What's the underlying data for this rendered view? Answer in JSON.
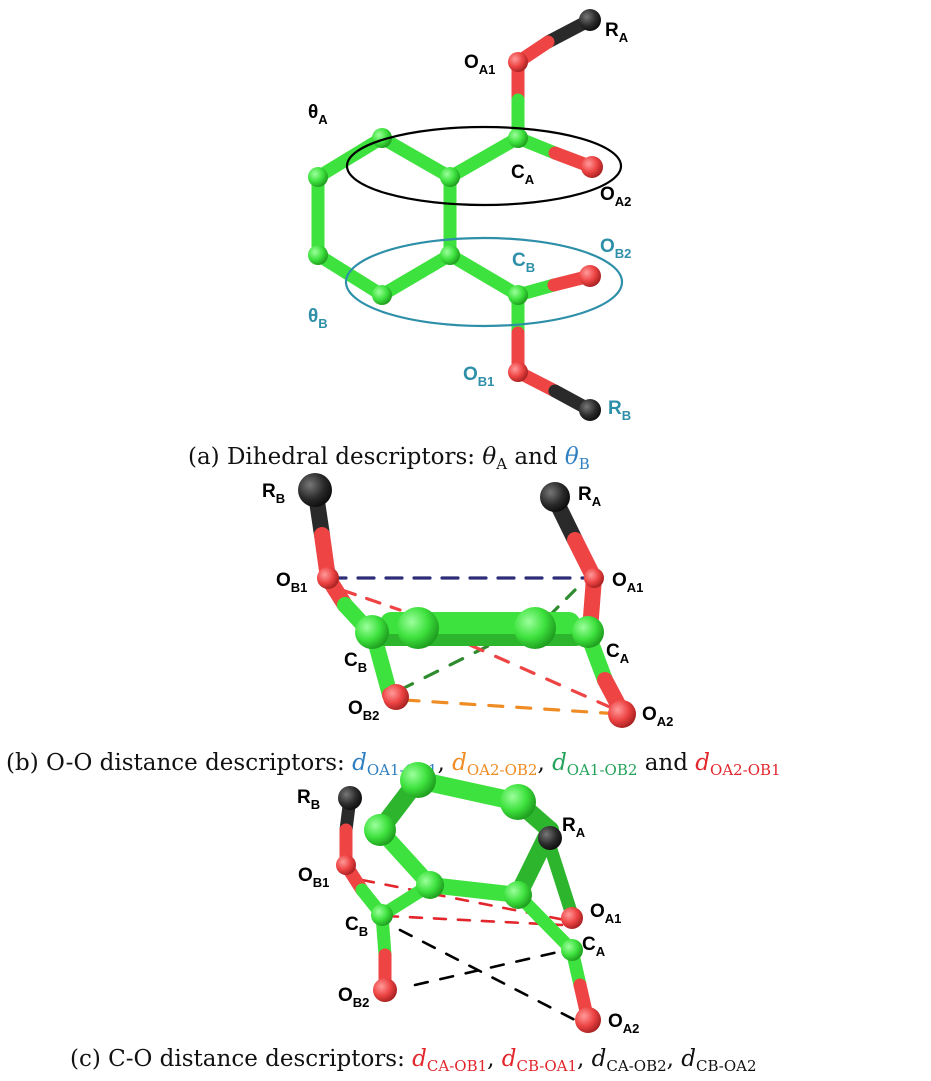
{
  "colors": {
    "carbon": "#3ee23e",
    "oxygen": "#ee4444",
    "r_group": "#2a2a2a",
    "teal": "#2e8fa8",
    "blue": "#2f7fc1",
    "orange": "#ef8c24",
    "green": "#25a35a",
    "red": "#e2262c",
    "black": "#000000",
    "dash_navy": "#2d2d78",
    "dash_green": "#2e8b2e"
  },
  "panels": {
    "a": {
      "labels": {
        "RA": {
          "main": "R",
          "sub": "A"
        },
        "OA1": {
          "main": "O",
          "sub": "A1"
        },
        "thetaA": {
          "main": "θ",
          "sub": "A"
        },
        "CA": {
          "main": "C",
          "sub": "A"
        },
        "OA2": {
          "main": "O",
          "sub": "A2"
        },
        "CB": {
          "main": "C",
          "sub": "B"
        },
        "OB2": {
          "main": "O",
          "sub": "B2"
        },
        "thetaB": {
          "main": "θ",
          "sub": "B"
        },
        "OB1": {
          "main": "O",
          "sub": "B1"
        },
        "RB": {
          "main": "R",
          "sub": "B"
        }
      },
      "caption": {
        "prefix": "(a) Dihedral descriptors: ",
        "t1": {
          "main": "θ",
          "sub": "A"
        },
        "and": " and ",
        "t2": {
          "main": "θ",
          "sub": "B"
        }
      }
    },
    "b": {
      "labels": {
        "RB": {
          "main": "R",
          "sub": "B"
        },
        "RA": {
          "main": "R",
          "sub": "A"
        },
        "OB1": {
          "main": "O",
          "sub": "B1"
        },
        "OA1": {
          "main": "O",
          "sub": "A1"
        },
        "CB": {
          "main": "C",
          "sub": "B"
        },
        "CA": {
          "main": "C",
          "sub": "A"
        },
        "OB2": {
          "main": "O",
          "sub": "B2"
        },
        "OA2": {
          "main": "O",
          "sub": "A2"
        }
      },
      "caption": {
        "prefix": "(b) O-O distance descriptors: ",
        "d1": {
          "main": "d",
          "sub": "OA1-OB1"
        },
        "sep1": ", ",
        "d2": {
          "main": "d",
          "sub": "OA2-OB2"
        },
        "sep2": ", ",
        "d3": {
          "main": "d",
          "sub": "OA1-OB2"
        },
        "and": " and ",
        "d4": {
          "main": "d",
          "sub": "OA2-OB1"
        }
      }
    },
    "c": {
      "labels": {
        "RB": {
          "main": "R",
          "sub": "B"
        },
        "RA": {
          "main": "R",
          "sub": "A"
        },
        "OB1": {
          "main": "O",
          "sub": "B1"
        },
        "OA1": {
          "main": "O",
          "sub": "A1"
        },
        "CB": {
          "main": "C",
          "sub": "B"
        },
        "CA": {
          "main": "C",
          "sub": "A"
        },
        "OB2": {
          "main": "O",
          "sub": "B2"
        },
        "OA2": {
          "main": "O",
          "sub": "A2"
        }
      },
      "caption": {
        "prefix": "(c) C-O distance descriptors: ",
        "d1": {
          "main": "d",
          "sub": "CA-OB1"
        },
        "sep1": ", ",
        "d2": {
          "main": "d",
          "sub": "CB-OA1"
        },
        "sep2": ", ",
        "d3": {
          "main": "d",
          "sub": "CA-OB2"
        },
        "sep3": ", ",
        "d4": {
          "main": "d",
          "sub": "CB-OA2"
        }
      }
    }
  }
}
